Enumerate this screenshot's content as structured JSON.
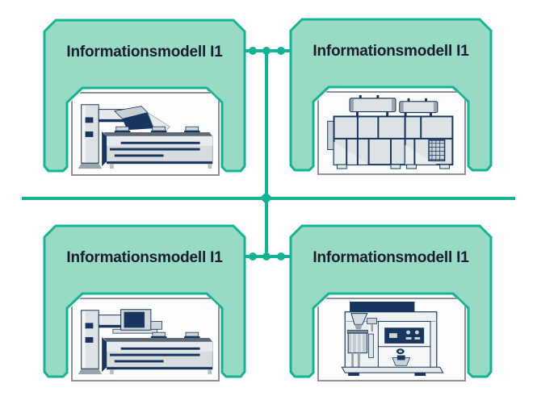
{
  "diagram": {
    "title": "Informationsmodell network diagram",
    "bus": {
      "junction": "diamond-node",
      "connector_dots_per_stub": 3
    },
    "boxes": [
      {
        "id": "top-left",
        "label": "Informationsmodell I1",
        "machine_icon": "cnc-lathe-machine-icon"
      },
      {
        "id": "top-right",
        "label": "Informationsmodell I1",
        "machine_icon": "processing-plant-machine-icon"
      },
      {
        "id": "bottom-left",
        "label": "Informationsmodell I1",
        "machine_icon": "cnc-lathe-with-monitor-icon"
      },
      {
        "id": "bottom-right",
        "label": "Informationsmodell I1",
        "machine_icon": "machining-center-with-control-panel-icon"
      }
    ],
    "colors": {
      "arch_fill": "#97dbc4",
      "arch_border": "#12b493",
      "network_line": "#12b493",
      "label_text": "#191b2e",
      "machine_navy": "#16355f",
      "machine_gray": "#dde2e5",
      "panel_border": "#8d9297"
    }
  }
}
